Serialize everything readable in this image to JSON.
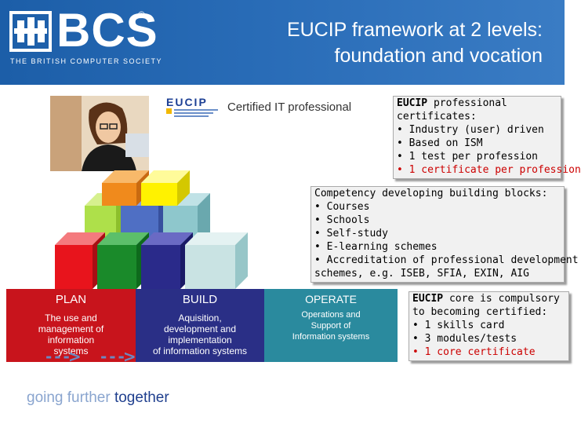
{
  "header": {
    "logo_text": "BCS",
    "logo_reg": "®",
    "logo_sub": "THE BRITISH COMPUTER SOCIETY",
    "title_line1": "EUCIP framework at 2 levels:",
    "title_line2": "foundation and vocation",
    "background": "#2262ad"
  },
  "eucip_logo": {
    "text": "EUCIP"
  },
  "cert_label": "Certified IT professional",
  "professional_box": {
    "heading": "EUCIP",
    "heading_rest": " professional",
    "line2": "certificates:",
    "items": [
      "• Industry (user) driven",
      "• Based on ISM",
      "• 1 test per profession",
      "• 1 certificate per profession"
    ]
  },
  "competency_box": {
    "lines": [
      "Competency developing building blocks:",
      "• Courses",
      "• Schools",
      "• Self-study",
      "• E-learning schemes",
      "• Accreditation of professional development",
      "schemes, e.g. ISEB, SFIA, EXIN, AIG"
    ]
  },
  "core_box": {
    "heading": "EUCIP",
    "heading_rest": " core is compulsory",
    "line2": "to becoming certified:",
    "items": [
      "• 1 skills card",
      "• 3 modules/tests",
      "• 1 core certificate"
    ]
  },
  "columns": [
    {
      "title": "PLAN",
      "lines": [
        "The use and",
        "management of",
        "information",
        "systems"
      ],
      "color": "#c8141c"
    },
    {
      "title": "BUILD",
      "lines": [
        "Aquisition,",
        "development and",
        "implementation",
        "of information systems"
      ],
      "color": "#2a2f86"
    },
    {
      "title": "OPERATE",
      "lines": [
        "Operations and",
        "Support of",
        "Information systems"
      ],
      "color": "#2a8a9e"
    }
  ],
  "arrows": [
    "- - ->",
    "- - ->"
  ],
  "tagline": {
    "part1": "going further",
    "part2": " together"
  },
  "block_colors": {
    "red": "#e8141c",
    "orange": "#f08a1c",
    "yellow": "#fff200",
    "light_green": "#aee04a",
    "green": "#1a8a2a",
    "blue": "#4f6fc4",
    "dark_blue": "#2a2a8a",
    "teal": "#8ec7cc",
    "light_teal": "#c9e3e3"
  }
}
